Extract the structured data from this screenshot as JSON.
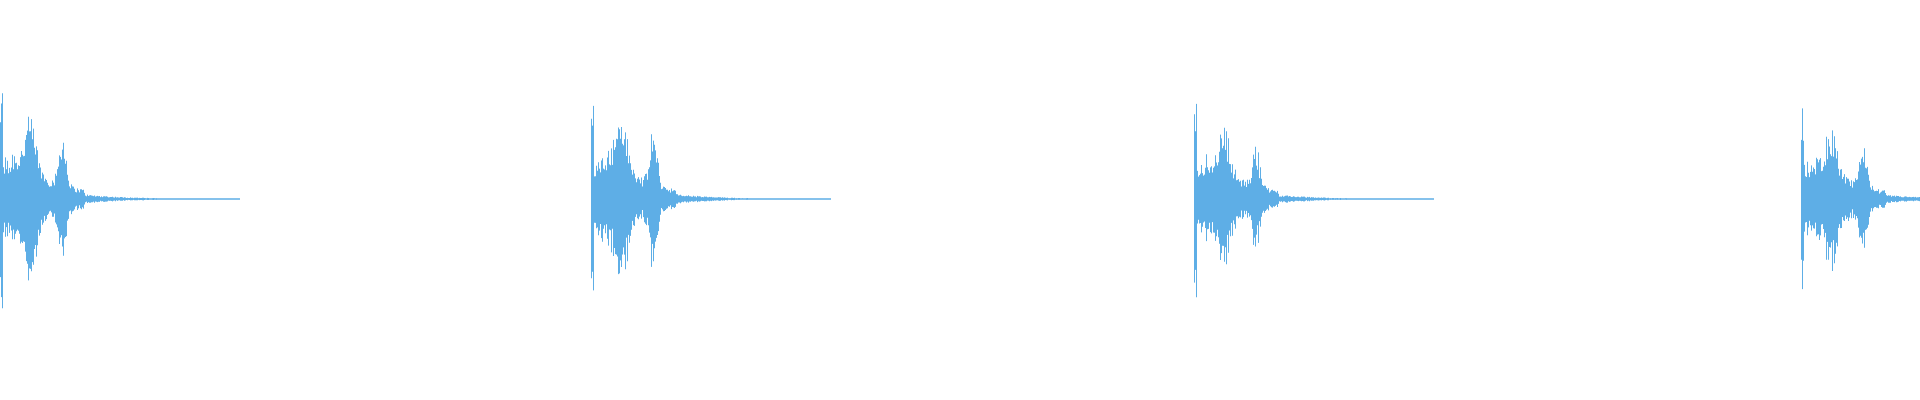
{
  "waveform": {
    "color": "#5eaee6",
    "background": "#ffffff",
    "hits": [
      {
        "onset_fraction": 0.0,
        "peak_up": 0.93,
        "peak_down": 0.97,
        "decay": 0.9
      },
      {
        "onset_fraction": 0.308,
        "peak_up": 0.98,
        "peak_down": 1.0,
        "decay": 0.9
      },
      {
        "onset_fraction": 0.622,
        "peak_up": 0.83,
        "peak_down": 0.85,
        "decay": 0.9
      },
      {
        "onset_fraction": 0.938,
        "peak_up": 0.82,
        "peak_down": 0.85,
        "decay": 0.9
      }
    ]
  }
}
